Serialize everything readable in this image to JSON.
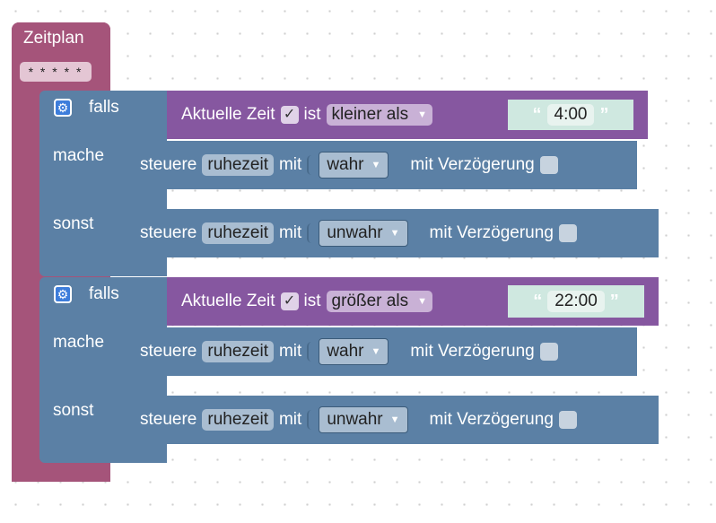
{
  "schedule": {
    "label": "Zeitplan",
    "cron": "* * * * *"
  },
  "if_blocks": [
    {
      "if_label": "falls",
      "condition": {
        "prefix": "Aktuelle Zeit",
        "check": "✓",
        "is_label": "ist",
        "comparator": "kleiner als",
        "time_open_quote": "“",
        "time": "4:00",
        "time_close_quote": "”"
      },
      "do": {
        "label": "mache",
        "action": "steuere",
        "target": "ruhezeit",
        "with": "mit",
        "value": "wahr",
        "delay": "mit Verzögerung"
      },
      "else": {
        "label": "sonst",
        "action": "steuere",
        "target": "ruhezeit",
        "with": "mit",
        "value": "unwahr",
        "delay": "mit Verzögerung"
      }
    },
    {
      "if_label": "falls",
      "condition": {
        "prefix": "Aktuelle Zeit",
        "check": "✓",
        "is_label": "ist",
        "comparator": "größer als",
        "time_open_quote": "“",
        "time": "22:00",
        "time_close_quote": "”"
      },
      "do": {
        "label": "mache",
        "action": "steuere",
        "target": "ruhezeit",
        "with": "mit",
        "value": "wahr",
        "delay": "mit Verzögerung"
      },
      "else": {
        "label": "sonst",
        "action": "steuere",
        "target": "ruhezeit",
        "with": "mit",
        "value": "unwahr",
        "delay": "mit Verzögerung"
      }
    }
  ],
  "colors": {
    "schedule": "#a5547a",
    "logic": "#5b80a5",
    "condition": "#8657a0",
    "text": "#cfe8e0"
  }
}
